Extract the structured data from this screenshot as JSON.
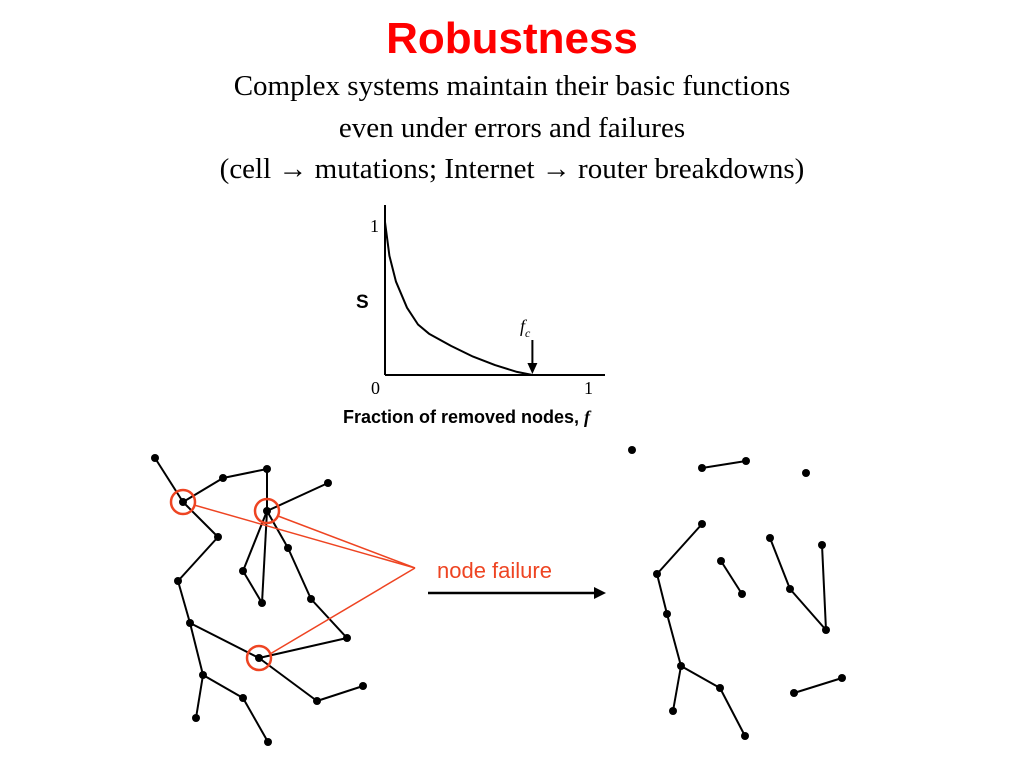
{
  "title": "Robustness",
  "subtitle": {
    "line1": "Complex systems maintain their basic functions",
    "line2": "even under errors and failures",
    "line3_pre": "(cell ",
    "arrow": "→",
    "line3_mid": " mutations; Internet ",
    "line3_post": " router breakdowns)"
  },
  "chart_data": {
    "type": "line",
    "ylabel": "S",
    "xlabel": "Fraction of removed nodes, ",
    "xlabel_var": "f",
    "xticks": [
      "0",
      "1"
    ],
    "yticks": [
      "1"
    ],
    "xlim": [
      0,
      1
    ],
    "ylim": [
      0,
      1
    ],
    "annotation": {
      "label": "f",
      "subscript": "c",
      "x": 0.67
    },
    "series": [
      {
        "x": [
          0,
          0.02,
          0.05,
          0.1,
          0.15,
          0.2,
          0.3,
          0.4,
          0.5,
          0.6,
          0.67,
          0.8,
          1
        ],
        "values": [
          1,
          0.78,
          0.61,
          0.44,
          0.33,
          0.27,
          0.19,
          0.12,
          0.065,
          0.02,
          0,
          0,
          0
        ]
      }
    ]
  },
  "diagram": {
    "label": "node failure",
    "colors": {
      "highlight": "#ee4422",
      "ink": "#000000",
      "title": "#ff0000"
    }
  }
}
